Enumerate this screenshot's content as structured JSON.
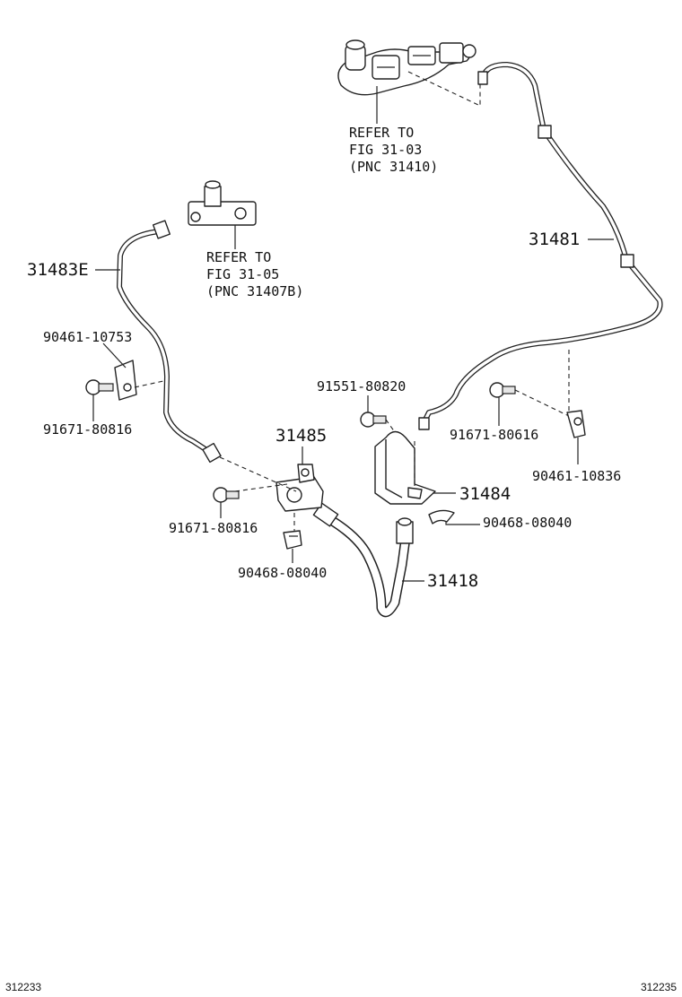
{
  "refer_master": [
    "REFER TO",
    "FIG 31-03",
    "(PNC 31410)"
  ],
  "refer_tee": [
    "REFER TO",
    "FIG 31-05",
    "(PNC 31407B)"
  ],
  "parts": {
    "p31481": "31481",
    "p31483e": "31483E",
    "p90461_10753": "90461-10753",
    "p91671_80816_a": "91671-80816",
    "p91551_80820": "91551-80820",
    "p91671_80616": "91671-80616",
    "p90461_10836": "90461-10836",
    "p31485": "31485",
    "p31484": "31484",
    "p91671_80816_b": "91671-80816",
    "p90468_08040_a": "90468-08040",
    "p90468_08040_b": "90468-08040",
    "p31418": "31418"
  },
  "footer": {
    "left": "312233",
    "right": "312235"
  }
}
